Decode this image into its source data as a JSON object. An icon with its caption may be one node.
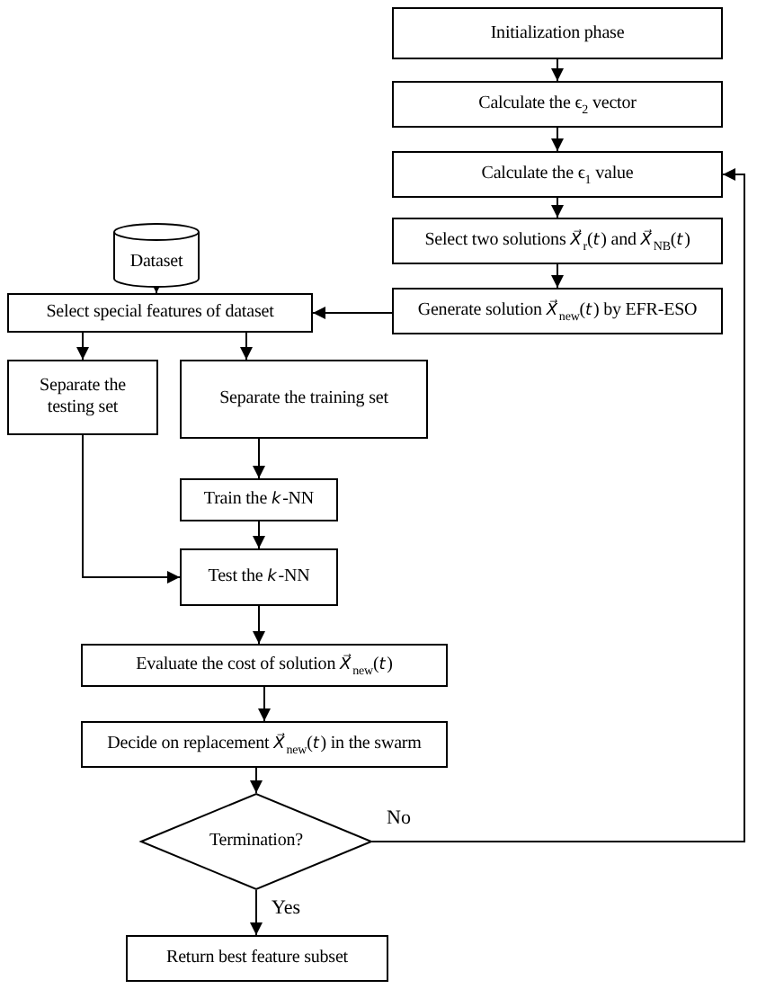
{
  "diagram": {
    "nodes": [
      {
        "text": [
          "Initialization phase"
        ]
      },
      {
        "text": [
          "Calculate the ϵ$_{2}$ vector"
        ]
      },
      {
        "text": [
          "Calculate the ϵ$_{1}$ value"
        ]
      },
      {
        "text": [
          "Select two solutions *X⃗*$_{r}$(*t*) and *X⃗*$_{NB}$(*t*)"
        ]
      },
      {
        "text": [
          "Generate solution *X⃗*$_{new}$(*t*) by EFR-ESO"
        ]
      },
      {
        "text": [
          "Dataset"
        ]
      },
      {
        "text": [
          "Select special features of dataset"
        ]
      },
      {
        "text": [
          "Separate the testing set"
        ]
      },
      {
        "text": [
          "Separate the training set"
        ]
      },
      {
        "text": [
          "Train the *k*-NN"
        ]
      },
      {
        "text": [
          "Test the *k*-NN"
        ]
      },
      {
        "text": [
          "Evaluate the cost of solution *X⃗*$_{new}$(*t*)"
        ]
      },
      {
        "text": [
          "Decide on replacement *X⃗*$_{new}$(*t*) in the swarm"
        ]
      },
      {
        "text": [
          "Termination?"
        ]
      },
      {
        "text": [
          "Return best feature subset"
        ]
      }
    ],
    "edges": [
      {
        "from": 0,
        "to": 1,
        "arrow": "to"
      },
      {
        "from": 1,
        "to": 2,
        "arrow": "to"
      },
      {
        "from": 2,
        "to": 3,
        "arrow": "to"
      },
      {
        "from": 3,
        "to": 4,
        "arrow": "to"
      },
      {
        "from": 4,
        "to": 6,
        "arrow": "to"
      },
      {
        "from": 5,
        "to": 6,
        "arrow": "to"
      },
      {
        "from": 6,
        "to": 7,
        "arrow": "to"
      },
      {
        "from": 6,
        "to": 8,
        "arrow": "to"
      },
      {
        "from": 8,
        "to": 9,
        "arrow": "to"
      },
      {
        "from": 9,
        "to": 10,
        "arrow": "to"
      },
      {
        "from": 7,
        "to": 10,
        "arrow": "to"
      },
      {
        "from": 10,
        "to": 11,
        "arrow": "to"
      },
      {
        "from": 11,
        "to": 12,
        "arrow": "to"
      },
      {
        "from": 12,
        "to": 13,
        "arrow": "to"
      },
      {
        "from": 13,
        "to": 14,
        "label": "Yes",
        "arrow": "to"
      },
      {
        "from": 13,
        "to": 2,
        "label": "No",
        "arrow": "to"
      }
    ]
  }
}
